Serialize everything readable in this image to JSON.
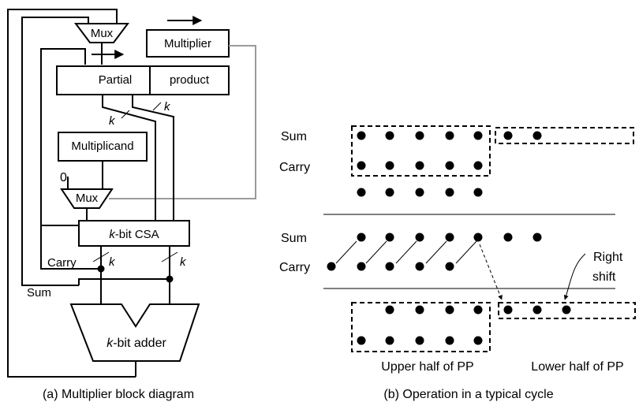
{
  "left": {
    "labels": {
      "mux_top": "Mux",
      "multiplier": "Multiplier",
      "partial": "Partial",
      "product": "product",
      "k1": "k",
      "k2": "k",
      "multiplicand": "Multiplicand",
      "zero": "0",
      "mux_bottom": "Mux",
      "csa_k": "k",
      "csa_rest": "-bit CSA",
      "carry": "Carry",
      "k3": "k",
      "k4": "k",
      "sum": "Sum",
      "adder_k": "k",
      "adder_rest": "-bit adder"
    },
    "caption": "(a) Multiplier block diagram"
  },
  "right": {
    "labels": {
      "sum1": "Sum",
      "carry1": "Carry",
      "sum2": "Sum",
      "carry2": "Carry",
      "right_shift_1": "Right",
      "right_shift_2": "shift",
      "upper_half": "Upper half of PP",
      "lower_half": "Lower half of PP"
    },
    "caption": "(b) Operation in a typical cycle"
  }
}
